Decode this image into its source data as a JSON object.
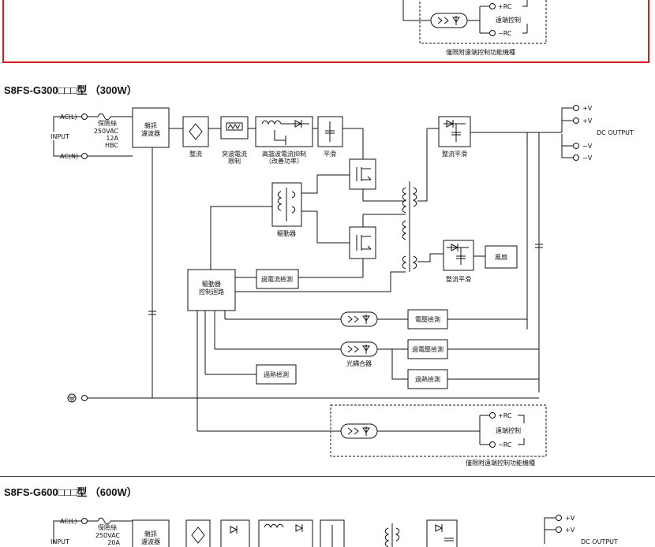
{
  "top_partial": {
    "rc_plus": "+RC",
    "rc_minus": "−RC",
    "remote_control": "遠端控制",
    "note": "僅限附遠端控制功能機種"
  },
  "section_300": {
    "title": "S8FS-G300□□□型 （300W）",
    "input_ac_l": "AC(L)",
    "input_ac_n": "AC(N)",
    "input_label": "INPUT",
    "fuse_label": "保險絲",
    "fuse_rating": [
      "250VAC",
      "12A",
      "HBC"
    ],
    "noise_filter": [
      "雜訊",
      "濾波器"
    ],
    "rectifier": "整流",
    "inrush": [
      "突波電流",
      "限制"
    ],
    "pfc": [
      "高諧波電流抑制",
      "（改善功率）"
    ],
    "smoothing": "平滑",
    "rect_smooth_out": "整流平滑",
    "rect_smooth_fan": "整流平滑",
    "fan": "風扇",
    "driver": "驅動器",
    "driver_ctrl": [
      "驅動器",
      "控制迴路"
    ],
    "overcurrent": "過電流檢測",
    "voltage_detect": "電壓檢測",
    "overvoltage": "過電壓檢測",
    "photocoupler": "光耦合器",
    "overheat1": "過熱檢測",
    "overheat2": "過熱檢測",
    "out_plus": [
      "+V",
      "+V"
    ],
    "out_minus": [
      "−V",
      "−V"
    ],
    "dc_output": "DC OUTPUT",
    "rc_plus": "+RC",
    "rc_minus": "−RC",
    "remote_control": "遠端控制",
    "note": "僅限附遠端控制功能機種"
  },
  "section_600": {
    "title": "S8FS-G600□□□型 （600W）",
    "input_ac_l": "AC(L)",
    "input_label": "INPUT",
    "fuse_label": "保險絲",
    "fuse_rating": [
      "250VAC",
      "20A"
    ],
    "noise_filter": [
      "雜訊",
      "濾波器"
    ],
    "out_plus": [
      "+V",
      "+V"
    ],
    "dc_output": "DC OUTPUT"
  }
}
